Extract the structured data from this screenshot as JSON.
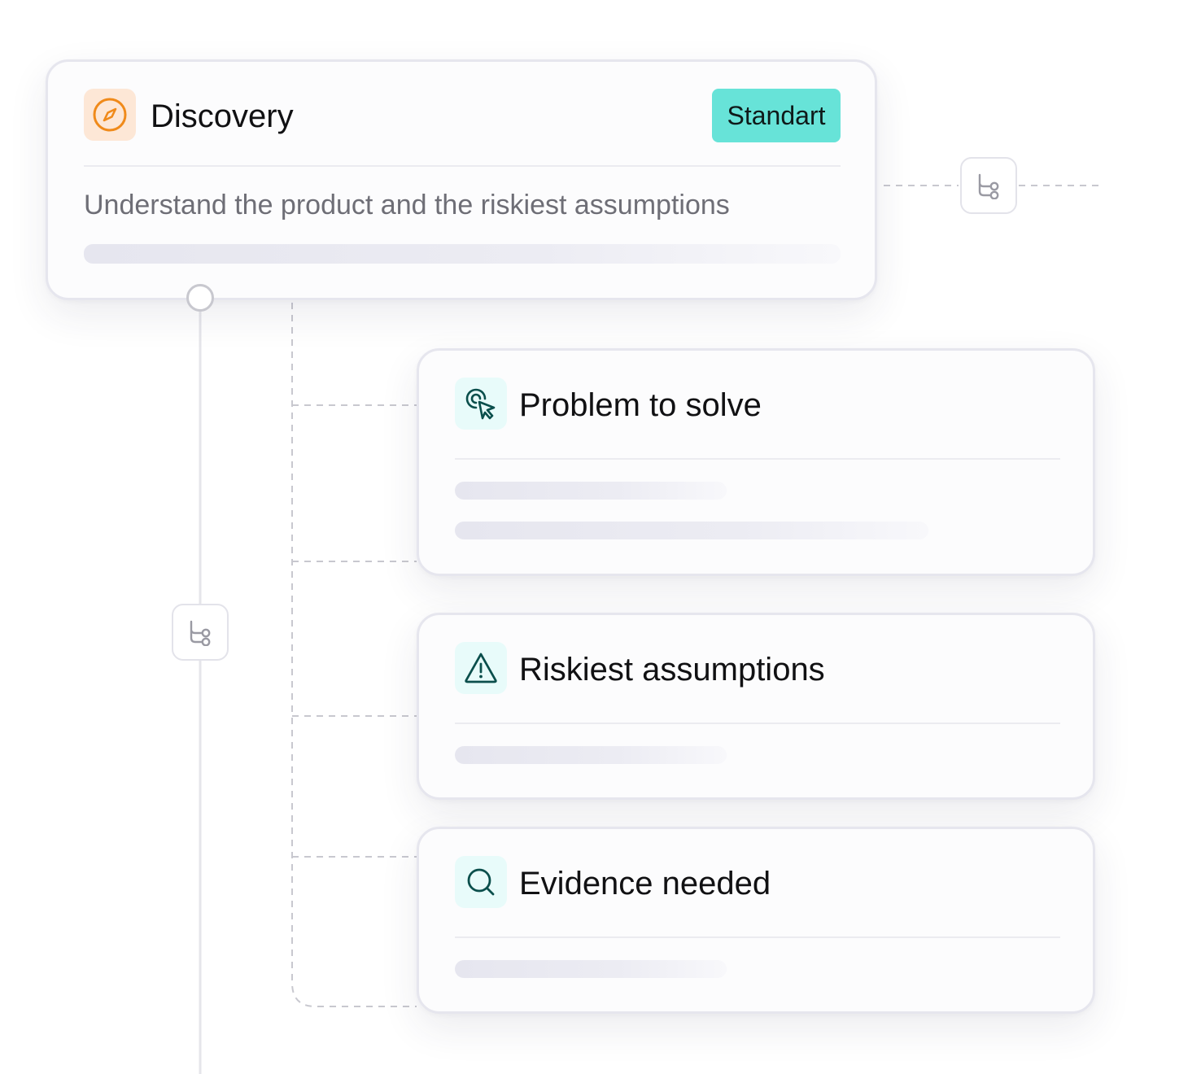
{
  "discovery": {
    "title": "Discovery",
    "badge": "Standart",
    "subtitle": "Understand the product and the riskiest assumptions",
    "icon": "compass-icon",
    "icon_color": "#f08a1a",
    "icon_bg": "#fde7d6",
    "badge_color": "#67e3d8"
  },
  "steps": [
    {
      "title": "Problem to solve",
      "icon": "cursor-click-icon"
    },
    {
      "title": "Riskiest assumptions",
      "icon": "warning-triangle-icon"
    },
    {
      "title": "Evidence needed",
      "icon": "search-icon"
    }
  ],
  "nodes": [
    {
      "icon": "branch-icon"
    },
    {
      "icon": "branch-icon"
    }
  ],
  "colors": {
    "step_icon": "#0b4f4c",
    "step_icon_bg": "#e8fbfa",
    "card_border": "#e6e6ee",
    "connector": "#c8c8cf"
  }
}
